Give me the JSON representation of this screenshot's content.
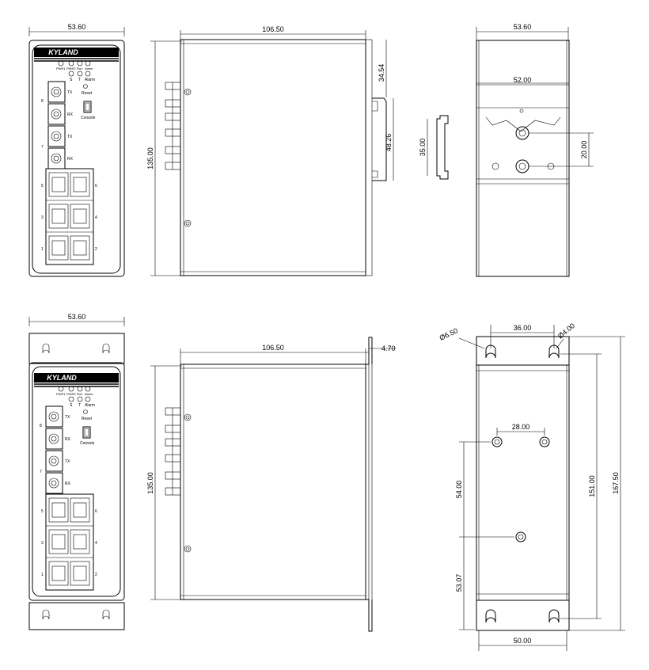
{
  "brand": "KYLAND",
  "front_labels": {
    "pwr1": "PWR1",
    "pwr2": "PWR2",
    "run": "Run",
    "alarm": "Alarm",
    "s": "S",
    "t": "T",
    "tx": "TX",
    "rx": "RX",
    "reset": "Reset",
    "console": "Console",
    "ports": [
      "8",
      "7",
      "5",
      "6",
      "3",
      "4",
      "1",
      "2"
    ]
  },
  "dimensions": {
    "front_width_top": "53.60",
    "side_width_top": "106.50",
    "side_height_top": "135.00",
    "side_rail_height": "34.54",
    "side_clip_height": "48.26",
    "din_rail_height": "35.00",
    "rear_width_top": "53.60",
    "rear_rail_width": "52.00",
    "rear_hole_spacing": "20.00",
    "front_width_bottom": "53.60",
    "side_width_bottom": "106.50",
    "side_flange": "4.70",
    "side_height_bottom": "135.00",
    "rear_hole_dia_large": "Ø6.50",
    "rear_hole_dia_small": "Ø4.00",
    "rear_ear_spacing": "36.00",
    "rear_screw_spacing": "28.00",
    "rear_screw_vertical": "54.00",
    "rear_bottom_offset": "53.07",
    "rear_body_height": "151.00",
    "rear_total_height": "167.50",
    "rear_body_width": "50.00"
  }
}
